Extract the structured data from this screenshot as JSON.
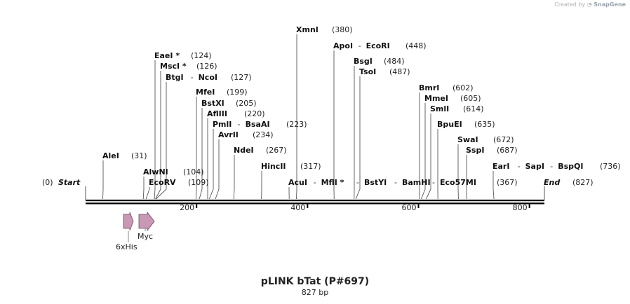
{
  "credit": {
    "prefix": "Created by",
    "brand": "SnapGene"
  },
  "title": "pLINK bTat (P#697)",
  "subtitle": "827 bp",
  "sequence_length": 827,
  "start_label": {
    "name": "Start",
    "pos": "(0)"
  },
  "end_label": {
    "name": "End",
    "pos": "(827)"
  },
  "ticks": [
    200,
    400,
    600,
    800
  ],
  "sites": [
    {
      "id": "alei",
      "names": [
        "AleI"
      ],
      "pos": "(31)",
      "bp": 31,
      "row": 1
    },
    {
      "id": "alwni",
      "names": [
        "AlwNI"
      ],
      "pos": "(104)",
      "bp": 104,
      "row": 2
    },
    {
      "id": "ecorv",
      "names": [
        "EcoRV"
      ],
      "pos": "(109)",
      "bp": 109,
      "row": 3
    },
    {
      "id": "eaei",
      "names": [
        "EaeI *"
      ],
      "pos": "(124)",
      "bp": 124,
      "row": 4
    },
    {
      "id": "msci",
      "names": [
        "MscI *"
      ],
      "pos": "(126)",
      "bp": 126,
      "row": 5
    },
    {
      "id": "btgi",
      "names": [
        "BtgI",
        "NcoI"
      ],
      "pos": "(127)",
      "bp": 127,
      "row": 6
    },
    {
      "id": "mfei",
      "names": [
        "MfeI"
      ],
      "pos": "(199)",
      "bp": 199,
      "row": 7
    },
    {
      "id": "bstxi",
      "names": [
        "BstXI"
      ],
      "pos": "(205)",
      "bp": 205,
      "row": 8
    },
    {
      "id": "afliii",
      "names": [
        "AflIII"
      ],
      "pos": "(220)",
      "bp": 220,
      "row": 9
    },
    {
      "id": "pmli",
      "names": [
        "PmlI",
        "BsaAI"
      ],
      "pos": "(223)",
      "bp": 223,
      "row": 10
    },
    {
      "id": "avrii",
      "names": [
        "AvrII"
      ],
      "pos": "(234)",
      "bp": 234,
      "row": 11
    },
    {
      "id": "ndei",
      "names": [
        "NdeI"
      ],
      "pos": "(267)",
      "bp": 267,
      "row": 12
    },
    {
      "id": "hincii",
      "names": [
        "HincII"
      ],
      "pos": "(317)",
      "bp": 317,
      "row": 13
    },
    {
      "id": "acui",
      "names": [
        "AcuI",
        "MflI *",
        "BstYI",
        "BamHI",
        "Eco57MI"
      ],
      "pos": "(367)",
      "bp": 367,
      "row": 14
    },
    {
      "id": "xmni",
      "names": [
        "XmnI"
      ],
      "pos": "(380)",
      "bp": 380,
      "row": 15
    },
    {
      "id": "apoi",
      "names": [
        "ApoI",
        "EcoRI"
      ],
      "pos": "(448)",
      "bp": 448,
      "row": 16
    },
    {
      "id": "bsgi",
      "names": [
        "BsgI"
      ],
      "pos": "(484)",
      "bp": 484,
      "row": 17
    },
    {
      "id": "tsoi",
      "names": [
        "TsoI"
      ],
      "pos": "(487)",
      "bp": 487,
      "row": 18
    },
    {
      "id": "bmri",
      "names": [
        "BmrI"
      ],
      "pos": "(602)",
      "bp": 602,
      "row": 19
    },
    {
      "id": "mmei",
      "names": [
        "MmeI"
      ],
      "pos": "(605)",
      "bp": 605,
      "row": 20
    },
    {
      "id": "smli",
      "names": [
        "SmlI"
      ],
      "pos": "(614)",
      "bp": 614,
      "row": 21
    },
    {
      "id": "bpuei",
      "names": [
        "BpuEI"
      ],
      "pos": "(635)",
      "bp": 635,
      "row": 22
    },
    {
      "id": "swai",
      "names": [
        "SwaI"
      ],
      "pos": "(672)",
      "bp": 672,
      "row": 23
    },
    {
      "id": "sspi",
      "names": [
        "SspI"
      ],
      "pos": "(687)",
      "bp": 687,
      "row": 24
    },
    {
      "id": "eari",
      "names": [
        "EarI",
        "SapI",
        "BspQI"
      ],
      "pos": "(736)",
      "bp": 736,
      "row": 25
    }
  ],
  "features": [
    {
      "id": "6xhis",
      "label": "6xHis",
      "color": "#c898b4"
    },
    {
      "id": "myc",
      "label": "Myc",
      "color": "#c898b4"
    }
  ],
  "colors": {
    "backbone": "#000000",
    "feature_fill": "#c898b4",
    "feature_stroke": "#6b4a5d",
    "connector": "#555555"
  }
}
